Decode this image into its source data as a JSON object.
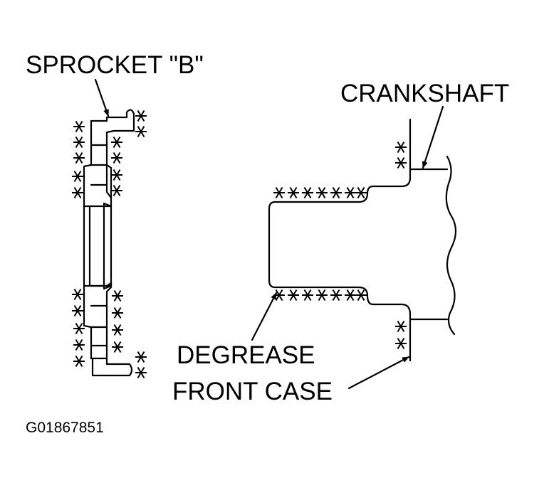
{
  "labels": {
    "sprocket": "SPROCKET \"B\"",
    "crankshaft": "CRANKSHAFT",
    "degrease": "DEGREASE",
    "front_case": "FRONT CASE",
    "figure_id": "G01867851"
  },
  "icons": {
    "degrease_marker": "asterisk-icon",
    "leader_arrow": "arrow-icon"
  },
  "colors": {
    "ink": "#000000",
    "background": "#ffffff"
  }
}
